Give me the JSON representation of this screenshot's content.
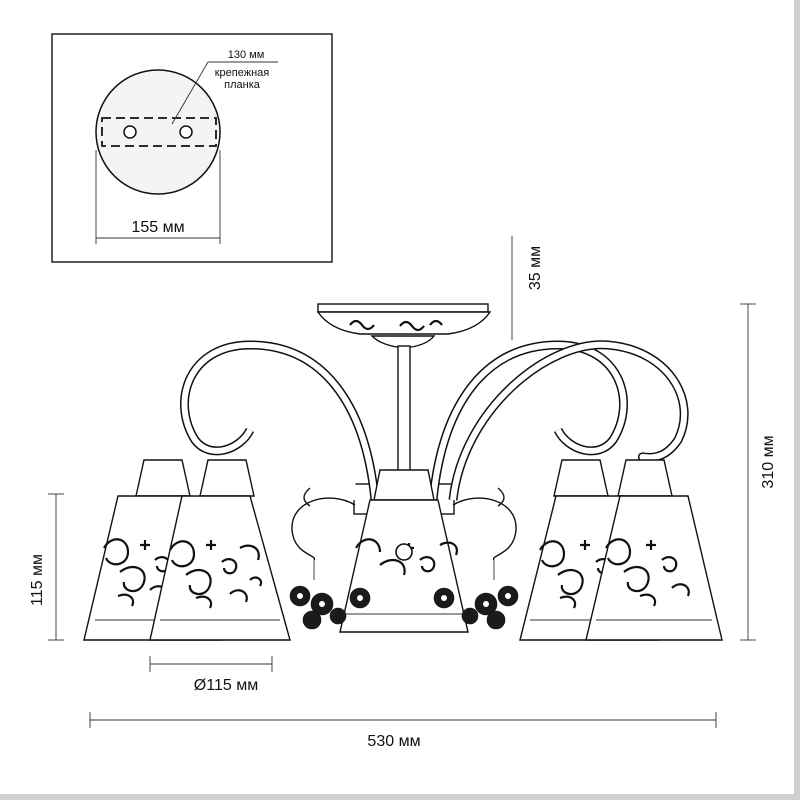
{
  "inset": {
    "plate_width_label": "130 мм",
    "mount_label_line1": "крепежная",
    "mount_label_line2": "планка",
    "base_width_label": "155 мм"
  },
  "dimensions": {
    "top_gap_label": "35 мм",
    "total_height_label": "310 мм",
    "shade_height_label": "115 мм",
    "shade_diameter_label": "Ø115 мм",
    "total_width_label": "530 мм"
  }
}
